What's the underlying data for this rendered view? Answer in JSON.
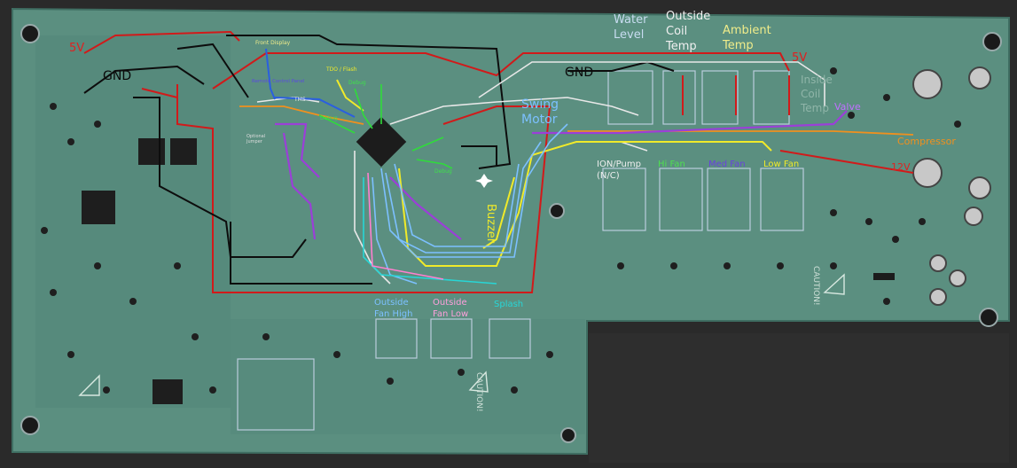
{
  "colors": {
    "background": "#2a2a2a",
    "board": "#5b8f80",
    "board_dark": "#4e7e70",
    "cutout": "#2e2e2e",
    "trace_red": "#d11a1a",
    "trace_black": "#0d0d0d",
    "trace_white": "#e8e8e8",
    "trace_yellow": "#f0ea2a",
    "trace_purple": "#9b3fd8",
    "trace_blue": "#2a5fe0",
    "trace_lightblue": "#7cc0ff",
    "trace_cyan": "#27d6d6",
    "trace_green": "#2fdc3a",
    "trace_orange": "#f0901e",
    "trace_pink": "#ff7fd0"
  },
  "labels": {
    "v5_left": "5V",
    "v5_right": "5V",
    "gnd_left": "GND",
    "gnd_right": "GND",
    "water_level": [
      "Water",
      "Level"
    ],
    "outside_coil_temp": [
      "Outside",
      "Coil",
      "Temp"
    ],
    "ambient_temp": [
      "Ambient",
      "Temp"
    ],
    "inside_coil_temp": [
      "Inside",
      "Coil",
      "Temp"
    ],
    "swing_motor": [
      "Swing",
      "Motor"
    ],
    "valve": "Valve",
    "compressor": "Compressor",
    "v12": "12V",
    "ion_pump": [
      "ION/Pump",
      "(N/C)"
    ],
    "hi_fan": "Hi Fan",
    "med_fan": "Med Fan",
    "low_fan": "Low Fan",
    "buzzer": "Buzzer",
    "outside_fan_high": [
      "Outside",
      "Fan High"
    ],
    "outside_fan_low": [
      "Outside",
      "Fan Low"
    ],
    "splash": "Splash",
    "front_display": "Front Display",
    "tdo_flash": "TDO / Flash",
    "remote_control": "Remote Control Panel",
    "tms": "TMS",
    "debug_top": "Debug",
    "debug_mid": "Debug",
    "debug_right": "Debug",
    "optional_jumper": [
      "Optional",
      "Jumper"
    ],
    "caution": "CAUTION!"
  }
}
